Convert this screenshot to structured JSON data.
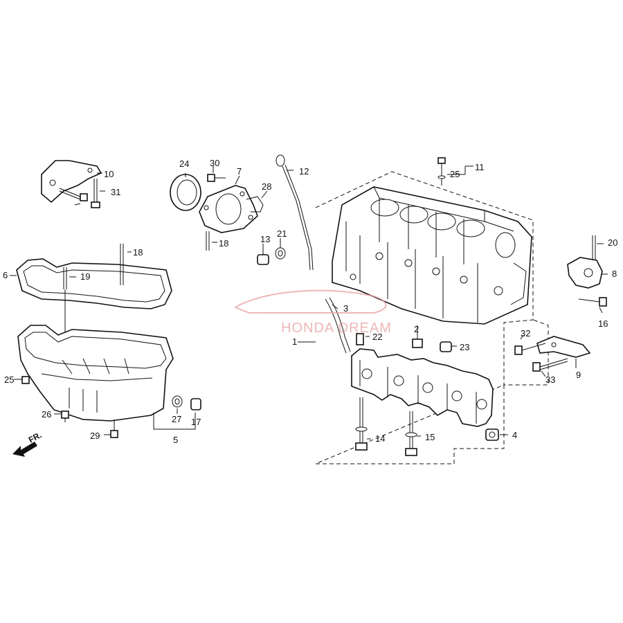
{
  "diagram": {
    "watermark": "HONDA DREAM",
    "front_marker": "FR.",
    "part_numbers": [
      "1",
      "2",
      "3",
      "4",
      "5",
      "6",
      "7",
      "8",
      "9",
      "10",
      "11",
      "12",
      "13",
      "14",
      "15",
      "16",
      "17",
      "18",
      "18",
      "19",
      "20",
      "21",
      "22",
      "23",
      "24",
      "25",
      "25",
      "26",
      "27",
      "28",
      "29",
      "30",
      "31",
      "32",
      "33"
    ]
  }
}
